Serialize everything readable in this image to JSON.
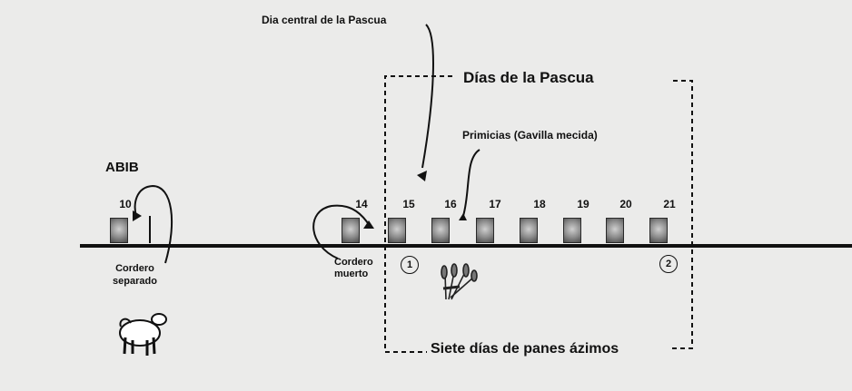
{
  "month_label": "ABIB",
  "pascua_box_title": "Días de la Pascua",
  "central_day_label": "Dia central de la Pascua",
  "primicias_label": "Primicias (Gavilla mecida)",
  "unleavened_label": "Siete días de panes ázimos",
  "lamb_selected_label_line1": "Cordero",
  "lamb_selected_label_line2": "separado",
  "lamb_killed_label_line1": "Cordero",
  "lamb_killed_label_line2": "muerto",
  "days": [
    "10",
    "14",
    "15",
    "16",
    "17",
    "18",
    "19",
    "20",
    "21"
  ],
  "markers": [
    "1",
    "2"
  ],
  "icons": [
    "lamb-icon",
    "wheat-sheaf-icon"
  ]
}
